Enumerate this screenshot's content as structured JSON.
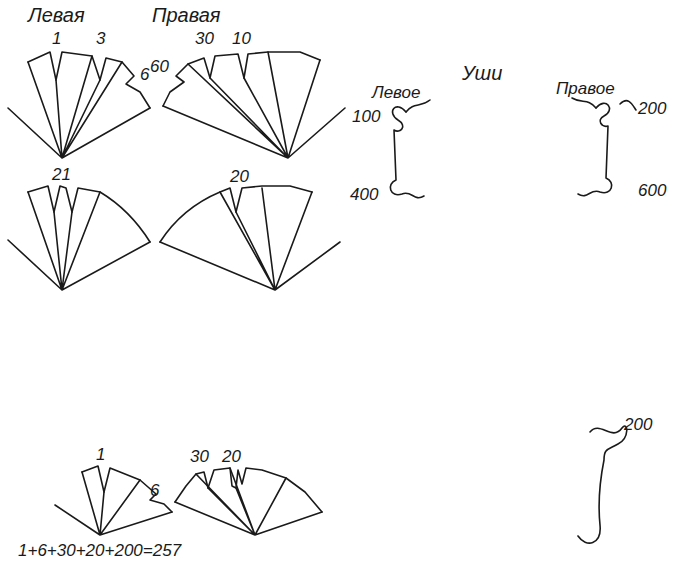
{
  "diagram": {
    "labels": [
      "Левая",
      "Правая",
      "1",
      "3",
      "6",
      "60",
      "30",
      "10",
      "Уши",
      "Левое",
      "Правое",
      "100",
      "200",
      "400",
      "600",
      "21",
      "20",
      "1",
      "6",
      "30",
      "20",
      "200",
      "1+6+30+20+200=257"
    ]
  }
}
